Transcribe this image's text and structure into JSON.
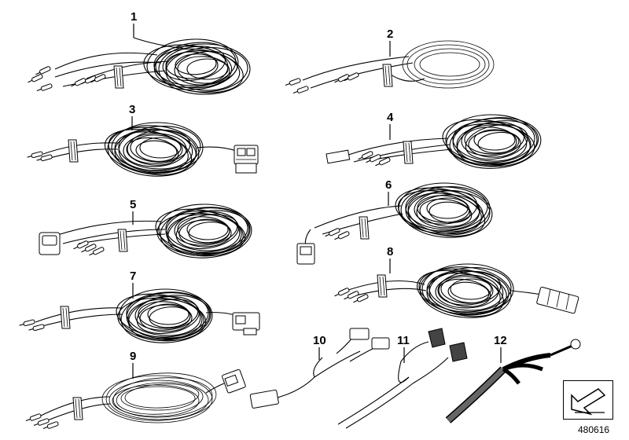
{
  "parts": [
    {
      "number": "1"
    },
    {
      "number": "2"
    },
    {
      "number": "3"
    },
    {
      "number": "4"
    },
    {
      "number": "5"
    },
    {
      "number": "6"
    },
    {
      "number": "7"
    },
    {
      "number": "8"
    },
    {
      "number": "9"
    },
    {
      "number": "10"
    },
    {
      "number": "11"
    },
    {
      "number": "12"
    }
  ],
  "doc_number": "480616",
  "badge_icon": "arrow-corner-icon"
}
